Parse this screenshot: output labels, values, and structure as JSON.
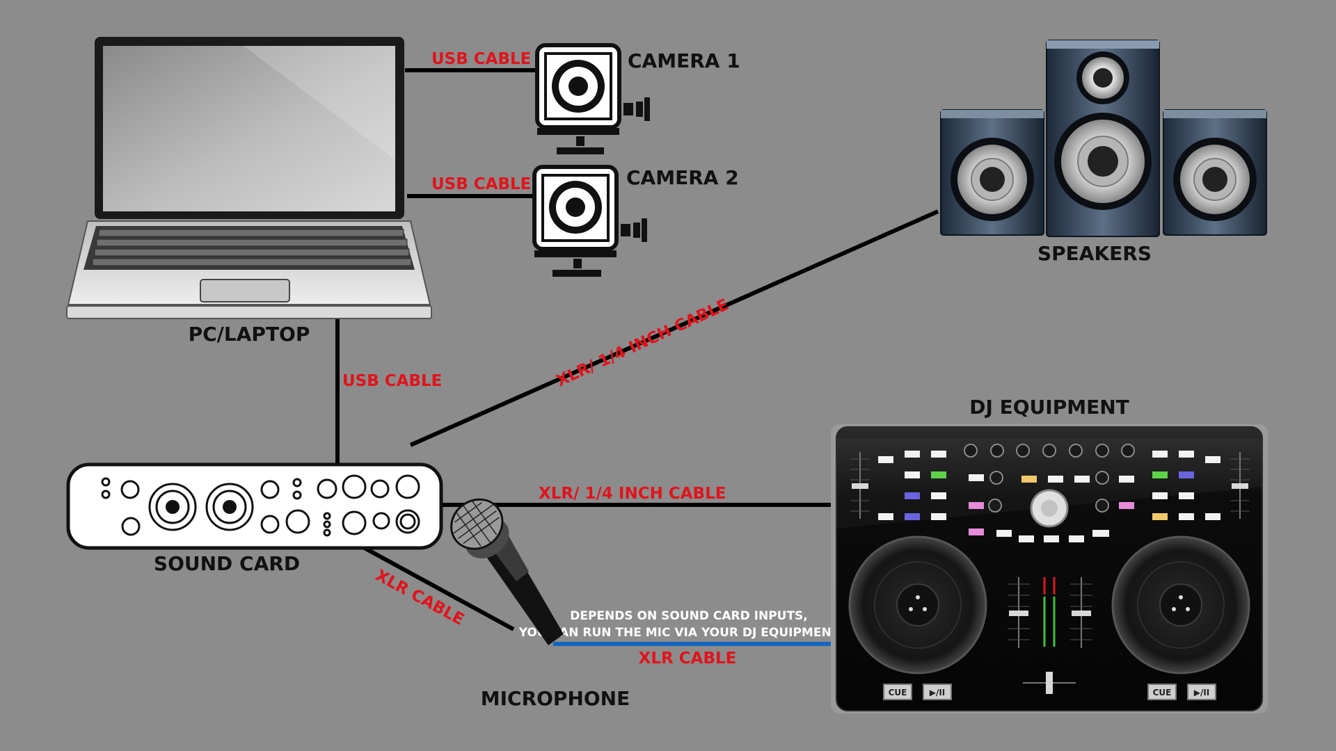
{
  "devices": {
    "laptop": "PC/LAPTOP",
    "camera1": "CAMERA 1",
    "camera2": "CAMERA 2",
    "speakers": "SPEAKERS",
    "sound_card": "SOUND CARD",
    "dj_equipment": "DJ EQUIPMENT",
    "microphone": "MICROPHONE"
  },
  "cables": {
    "laptop_camera1": "USB CABLE",
    "laptop_camera2": "USB CABLE",
    "laptop_soundcard": "USB CABLE",
    "soundcard_speakers": "XLR/  1/4 INCH CABLE",
    "soundcard_dj": "XLR/  1/4 INCH CABLE",
    "soundcard_mic": "XLR CABLE",
    "mic_dj": "XLR CABLE"
  },
  "notes": {
    "mic_dj_line1": "DEPENDS ON SOUND CARD INPUTS,",
    "mic_dj_line2": "YOU CAN RUN THE MIC VIA YOUR DJ EQUIPMENT"
  },
  "dj_buttons": {
    "cue": "CUE",
    "play": "▶/II"
  },
  "colors": {
    "background": "#8c8c8c",
    "cable_label": "#e0141c",
    "cable": "#000000",
    "mic_dj_cable": "#1565c0",
    "note_text": "#ffffff"
  }
}
